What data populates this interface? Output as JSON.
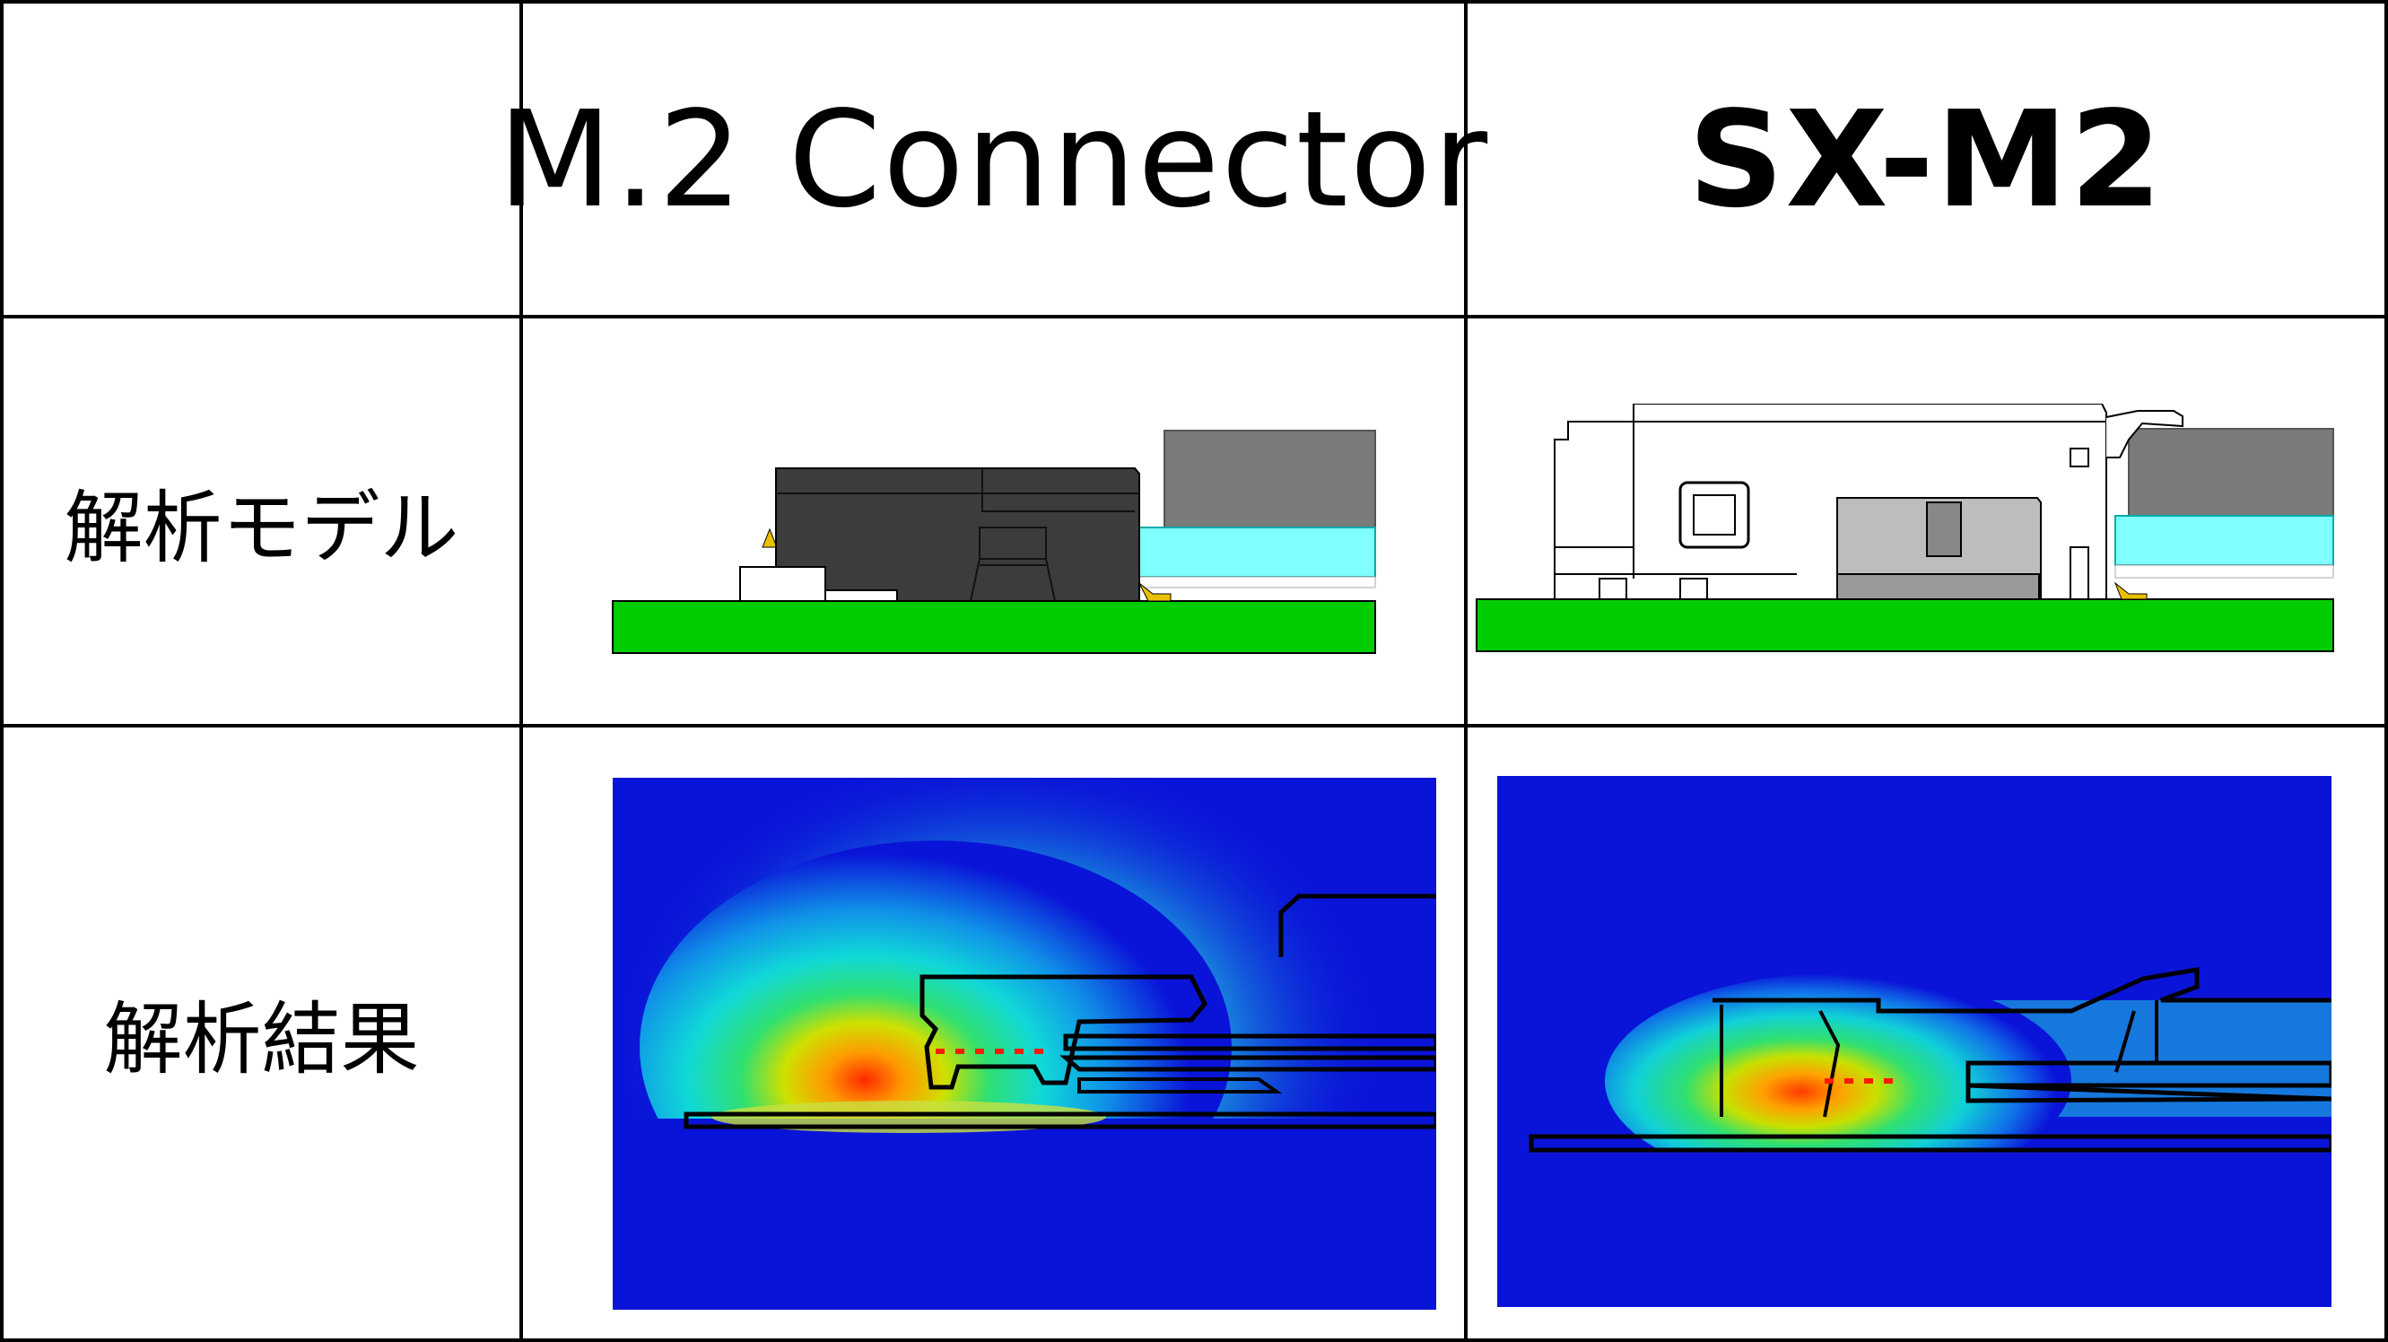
{
  "table": {
    "header_col1": "M.2 Connector",
    "header_col2": "SX-M2",
    "row1_label": "解析モデル",
    "row2_label": "解析結果"
  },
  "colors": {
    "pcb_green": "#00cc00",
    "connector_dark": "#3c3c3c",
    "module_gray": "#7a7a7a",
    "module_cyan": "#80ffff",
    "sim_blue": "#0a14d8"
  }
}
